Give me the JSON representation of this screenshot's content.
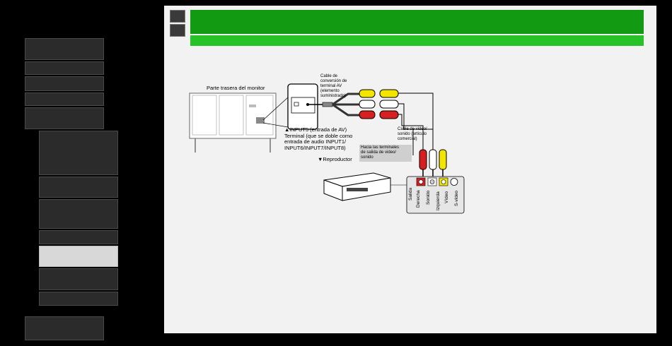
{
  "sidebar": {
    "items": [
      {
        "id": "nav-1",
        "label": ""
      },
      {
        "id": "nav-2",
        "label": ""
      },
      {
        "id": "nav-3",
        "label": ""
      },
      {
        "id": "nav-4",
        "label": ""
      },
      {
        "id": "nav-5",
        "label": ""
      },
      {
        "id": "sub-1",
        "label": ""
      },
      {
        "id": "sub-2",
        "label": ""
      },
      {
        "id": "sub-3",
        "label": ""
      },
      {
        "id": "sub-4",
        "label": ""
      },
      {
        "id": "sub-5",
        "label": ""
      },
      {
        "id": "sub-6",
        "label": ""
      },
      {
        "id": "sub-7",
        "label": ""
      },
      {
        "id": "nav-6",
        "label": ""
      }
    ],
    "active_index": 9
  },
  "header": {
    "title": "",
    "subtitle": ""
  },
  "diagram": {
    "monitor_back_label": "Parte trasera del monitor",
    "cable_conversion_label": "Cable de\nconversión de\nterminal AV\n(elemento\nsuministrado)",
    "input_label": "▲INPUT5 (entrada de AV)\n   Terminal (que se doble como\n   entrada de audio INPUT1/\n   INPUT6/INPUT7/INPUT8)",
    "av_cable_label": "Cable de video/\nsonido (artículo\ncomercial)",
    "output_hint": "Hacia las terminales\nde salida de video/\nsonido",
    "player_label": "▼Reproductor",
    "salida": "Salida",
    "derecha": "Derecha",
    "sonido": "Sonido",
    "izquierda": "Izquierda",
    "video": "Vídeo",
    "svideo": "S-video"
  },
  "colors": {
    "header_dark": "#129b12",
    "header_light": "#27c227",
    "plug_yellow": "#f2e600",
    "plug_red": "#d81f1f",
    "plug_white": "#ffffff"
  }
}
